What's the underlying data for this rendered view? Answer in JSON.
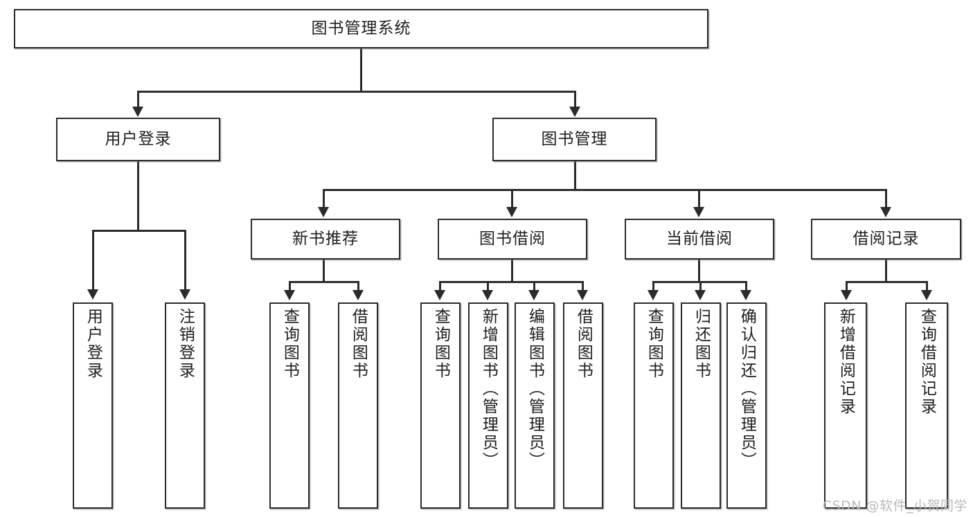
{
  "diagram": {
    "title": "图书管理系统",
    "type": "function-structure-tree",
    "root": {
      "id": "root",
      "label": "图书管理系统"
    },
    "level2": [
      {
        "id": "user-login",
        "label": "用户登录"
      },
      {
        "id": "book-manage",
        "label": "图书管理"
      }
    ],
    "level3": [
      {
        "id": "new-book-recommend",
        "label": "新书推荐"
      },
      {
        "id": "book-borrow",
        "label": "图书借阅"
      },
      {
        "id": "current-borrow",
        "label": "当前借阅"
      },
      {
        "id": "borrow-record",
        "label": "借阅记录"
      }
    ],
    "leaves": {
      "user_login": [
        {
          "id": "leaf-user-login",
          "label": "用户登录"
        },
        {
          "id": "leaf-logout-login",
          "label": "注销登录"
        }
      ],
      "new_book_recommend": [
        {
          "id": "leaf-query-book-1",
          "label": "查询图书"
        },
        {
          "id": "leaf-borrow-book-1",
          "label": "借阅图书"
        }
      ],
      "book_borrow": [
        {
          "id": "leaf-query-book-2",
          "label": "查询图书"
        },
        {
          "id": "leaf-add-book",
          "label": "新增图书（管理员）"
        },
        {
          "id": "leaf-edit-book",
          "label": "编辑图书（管理员）"
        },
        {
          "id": "leaf-borrow-book-2",
          "label": "借阅图书"
        }
      ],
      "current_borrow": [
        {
          "id": "leaf-query-book-3",
          "label": "查询图书"
        },
        {
          "id": "leaf-return-book",
          "label": "归还图书"
        },
        {
          "id": "leaf-confirm-return",
          "label": "确认归还（管理员）"
        }
      ],
      "borrow_record": [
        {
          "id": "leaf-add-record",
          "label": "新增借阅记录"
        },
        {
          "id": "leaf-query-record",
          "label": "查询借阅记录"
        }
      ]
    }
  },
  "watermark": {
    "text": "CSDN @软件_小贺同学"
  },
  "colors": {
    "stroke": "#2b2b2b",
    "fill": "#ffffff",
    "text": "#1d1d1d",
    "watermark": "#b9b9b9"
  }
}
